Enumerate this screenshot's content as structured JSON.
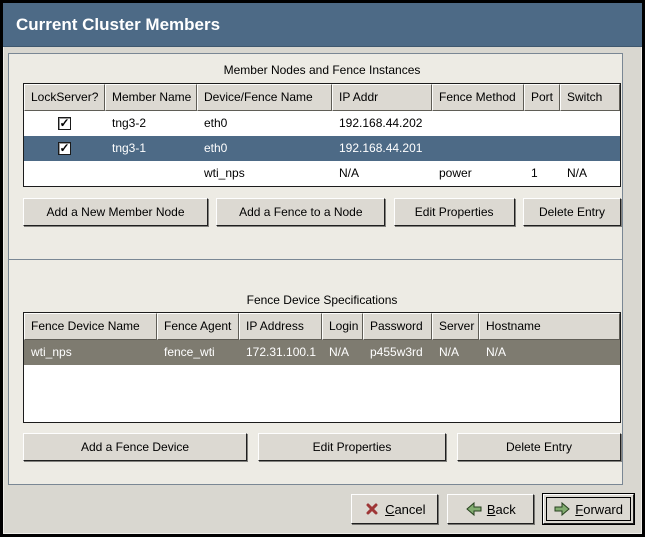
{
  "window": {
    "title": "Current Cluster Members"
  },
  "members_section": {
    "caption": "Member Nodes and Fence Instances",
    "columns": [
      "LockServer?",
      "Member Name",
      "Device/Fence Name",
      "IP Addr",
      "Fence Method",
      "Port",
      "Switch"
    ],
    "rows": [
      {
        "lockserver_checked": true,
        "member_name": "tng3-2",
        "device_fence_name": "eth0",
        "ip_addr": "192.168.44.202",
        "fence_method": "",
        "port": "",
        "switch": "",
        "selected": false
      },
      {
        "lockserver_checked": true,
        "member_name": "tng3-1",
        "device_fence_name": "eth0",
        "ip_addr": "192.168.44.201",
        "fence_method": "",
        "port": "",
        "switch": "",
        "selected": true
      },
      {
        "lockserver_checked": false,
        "member_name": "",
        "device_fence_name": "wti_nps",
        "ip_addr": "N/A",
        "fence_method": "power",
        "port": "1",
        "switch": "N/A",
        "selected": false
      }
    ],
    "buttons": [
      "Add a New Member Node",
      "Add a Fence to a Node",
      "Edit Properties",
      "Delete Entry"
    ]
  },
  "fence_section": {
    "caption": "Fence Device Specifications",
    "columns": [
      "Fence Device Name",
      "Fence Agent",
      "IP Address",
      "Login",
      "Password",
      "Server",
      "Hostname"
    ],
    "rows": [
      {
        "fence_device_name": "wti_nps",
        "fence_agent": "fence_wti",
        "ip_address": "172.31.100.1",
        "login": "N/A",
        "password": "p455w3rd",
        "server": "N/A",
        "hostname": "N/A",
        "selected": true
      }
    ],
    "buttons": [
      "Add a Fence Device",
      "Edit Properties",
      "Delete Entry"
    ]
  },
  "footer": {
    "cancel": {
      "mnemonic": "C",
      "rest": "ancel",
      "icon": "cancel-x-icon"
    },
    "back": {
      "mnemonic": "B",
      "rest": "ack",
      "icon": "back-arrow-icon"
    },
    "forward": {
      "mnemonic": "F",
      "rest": "orward",
      "icon": "forward-arrow-icon"
    }
  },
  "icons": {
    "checkmark": "✓"
  },
  "colors": {
    "titlebar": "#4d6a86",
    "selection_active": "#4d6a86",
    "selection_inactive": "#7e7b70",
    "frame_background": "#edebe4",
    "window_background": "#d9d7d0",
    "button_face": "#dcd9d2"
  }
}
